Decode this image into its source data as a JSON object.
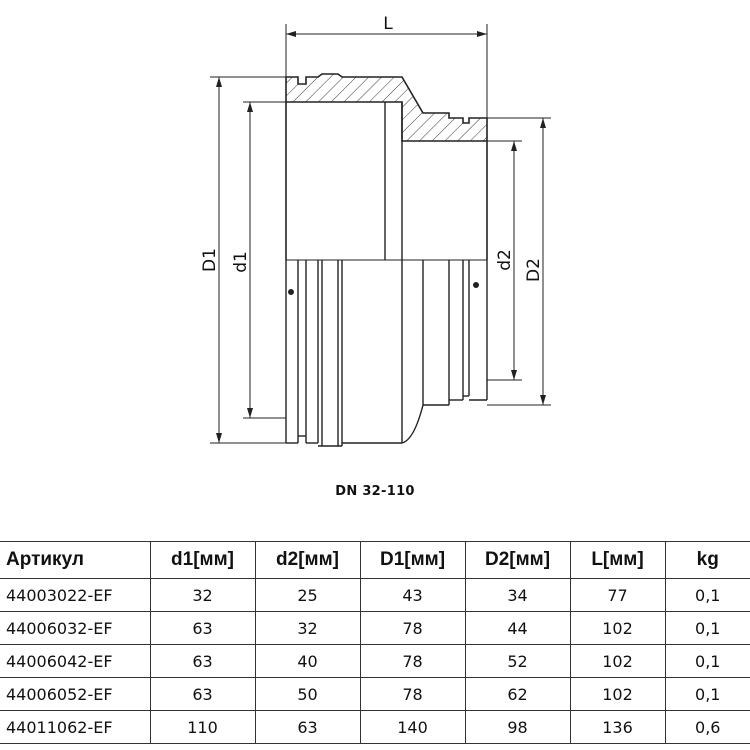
{
  "drawing": {
    "labels": {
      "L": "L",
      "D1": "D1",
      "d1": "d1",
      "d2": "d2",
      "D2": "D2"
    }
  },
  "caption": "DN 32-110",
  "table": {
    "headers": [
      "Артикул",
      "d1[мм]",
      "d2[мм]",
      "D1[мм]",
      "D2[мм]",
      "L[мм]",
      "kg"
    ],
    "rows": [
      [
        "44003022-EF",
        "32",
        "25",
        "43",
        "34",
        "77",
        "0,1"
      ],
      [
        "44006032-EF",
        "63",
        "32",
        "78",
        "44",
        "102",
        "0,1"
      ],
      [
        "44006042-EF",
        "63",
        "40",
        "78",
        "52",
        "102",
        "0,1"
      ],
      [
        "44006052-EF",
        "63",
        "50",
        "78",
        "62",
        "102",
        "0,1"
      ],
      [
        "44011062-EF",
        "110",
        "63",
        "140",
        "98",
        "136",
        "0,6"
      ]
    ]
  }
}
